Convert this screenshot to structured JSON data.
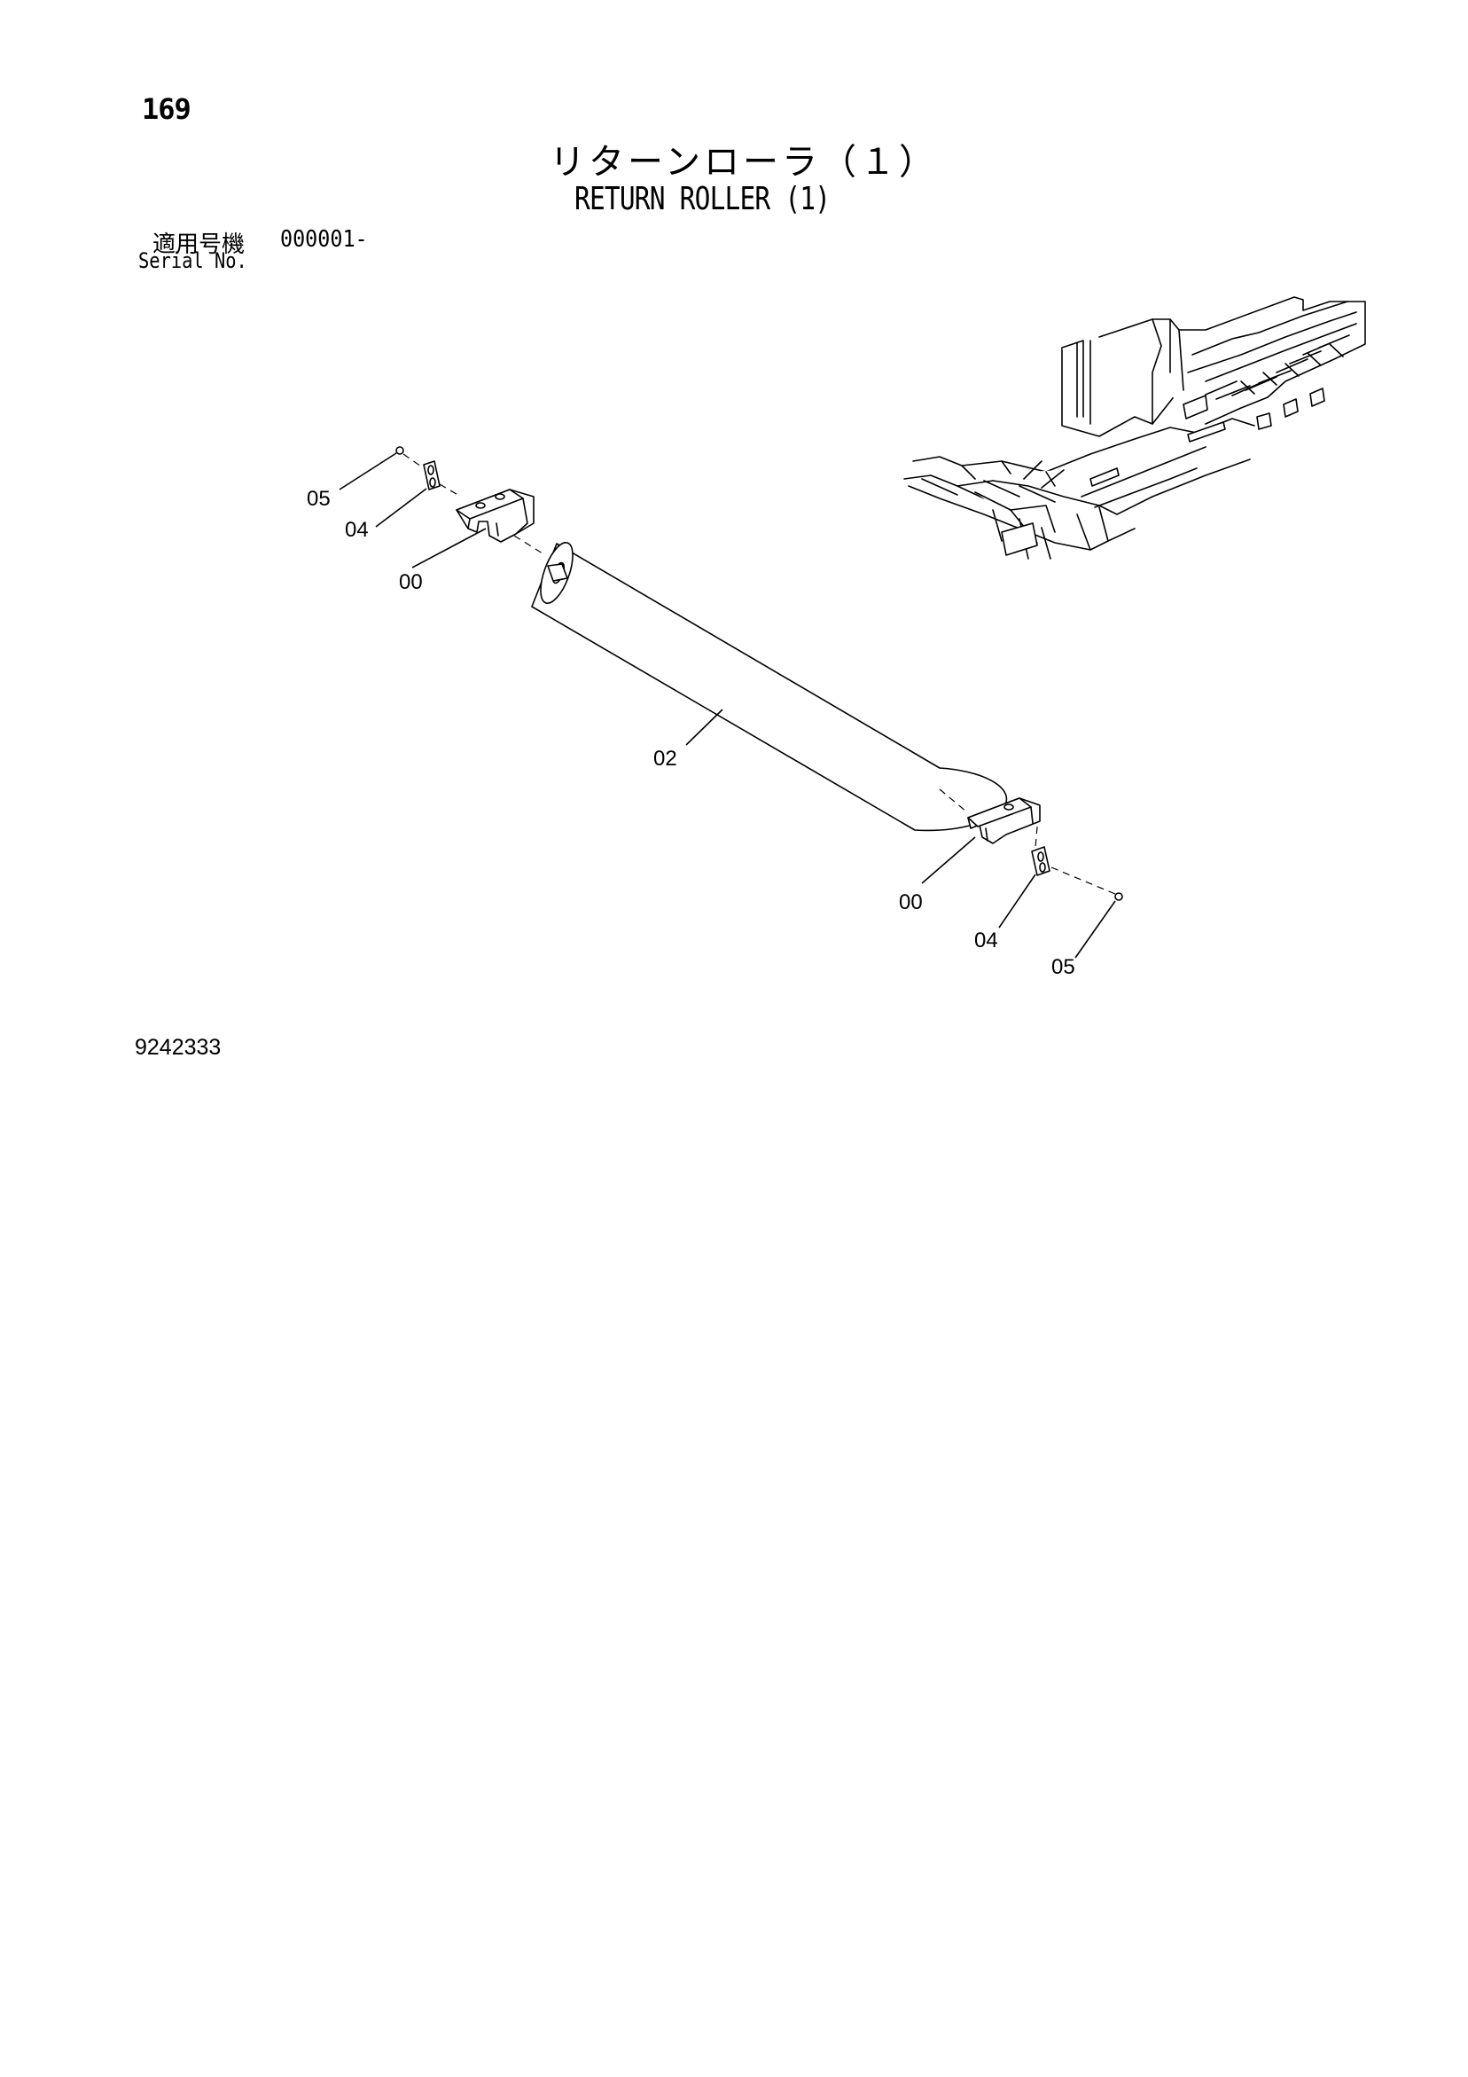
{
  "page": {
    "number": "169",
    "title_jp": "リターンローラ（１）",
    "title_en": "RETURN ROLLER (1)",
    "serial_label_jp": "適用号機",
    "serial_value": "000001-",
    "serial_label_en": "Serial No.",
    "drawing_number": "9242333"
  },
  "callouts": {
    "left_bolt": "05",
    "left_plate": "04",
    "left_bracket": "00",
    "roller": "02",
    "right_bracket": "00",
    "right_plate": "04",
    "right_bolt": "05"
  },
  "colors": {
    "ink": "#000000",
    "paper": "#ffffff"
  }
}
